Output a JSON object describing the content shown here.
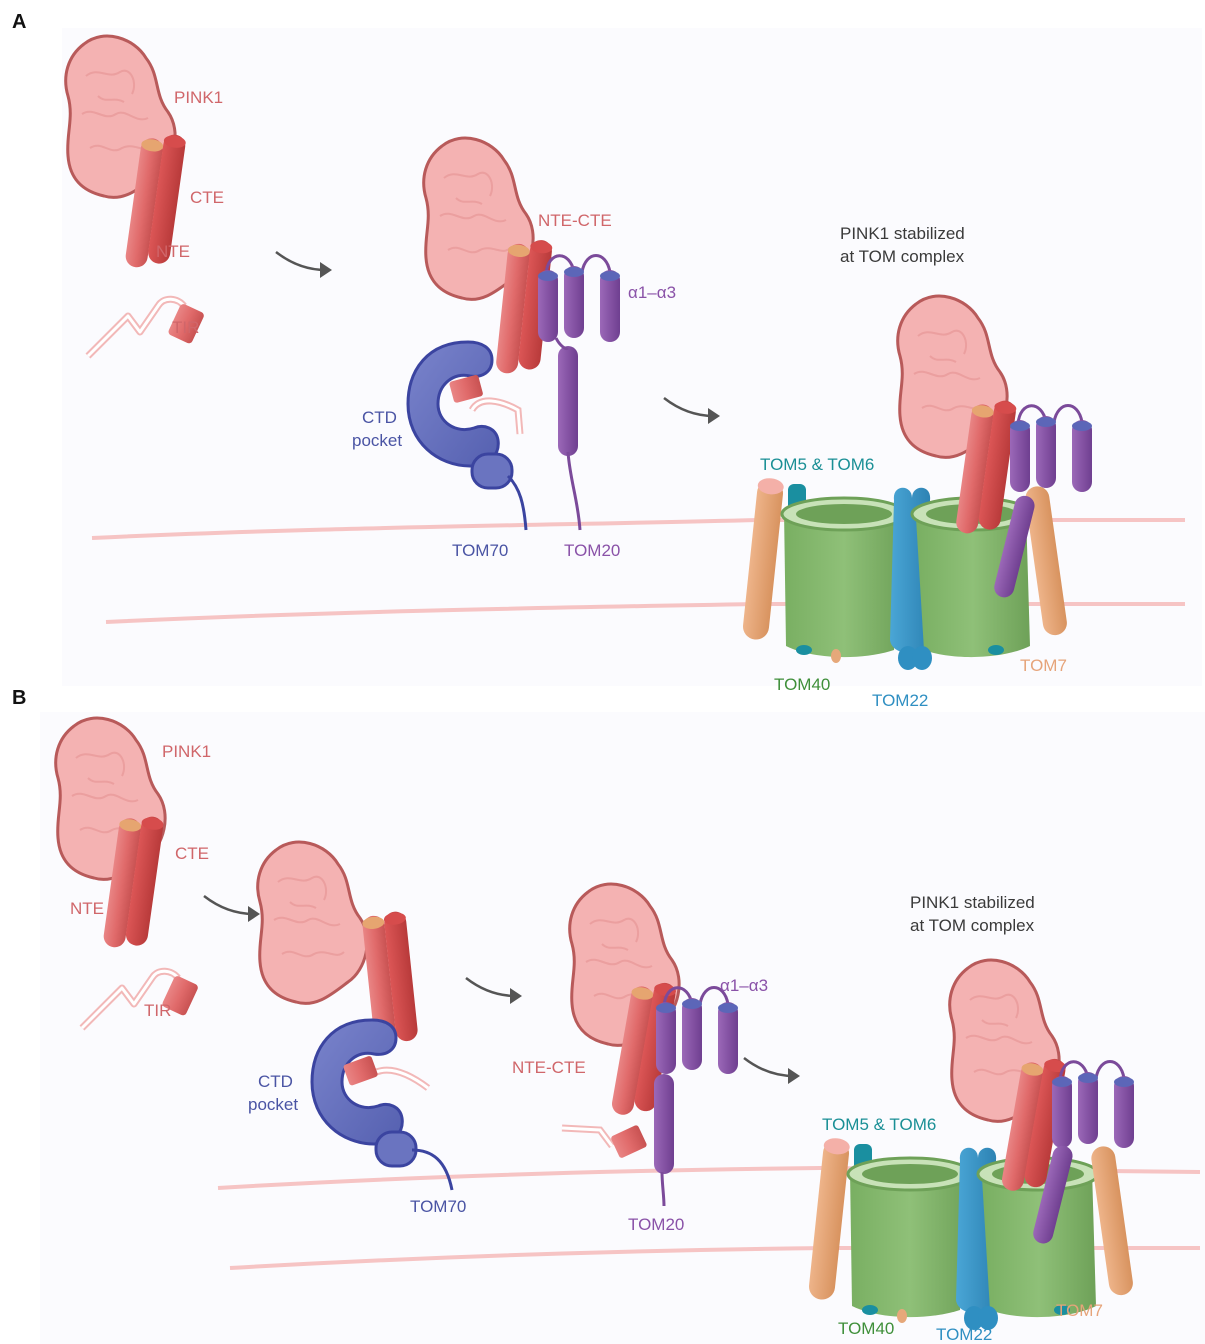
{
  "panels": {
    "A": {
      "letter": "A",
      "labels": {
        "pink1": "PINK1",
        "cte": "CTE",
        "nte": "NTE",
        "tir": "TIR",
        "nte_cte": "NTE-CTE",
        "alpha": "α1–α3",
        "ctd": "CTD",
        "pocket": "pocket",
        "tom70": "TOM70",
        "tom20": "TOM20",
        "stab1": "PINK1 stabilized",
        "stab2": "at TOM complex",
        "tom56": "TOM5 & TOM6",
        "tom40": "TOM40",
        "tom22": "TOM22",
        "tom7": "TOM7"
      }
    },
    "B": {
      "letter": "B",
      "labels": {
        "pink1": "PINK1",
        "cte": "CTE",
        "nte": "NTE",
        "tir": "TIR",
        "ctd": "CTD",
        "pocket": "pocket",
        "tom70": "TOM70",
        "alpha": "α1–α3",
        "nte_cte": "NTE-CTE",
        "tom20": "TOM20",
        "stab1": "PINK1 stabilized",
        "stab2": "at TOM complex",
        "tom56": "TOM5 & TOM6",
        "tom40": "TOM40",
        "tom22": "TOM22",
        "tom7": "TOM7"
      }
    }
  },
  "colors": {
    "kinase": "#f4b3b3",
    "kinase_edge": "#b85a5a",
    "helix_pink": "#e46f6f",
    "helix_red": "#d44a4a",
    "helix_cap": "#e6a570",
    "purple": "#8a52a8",
    "tom70": "#6a74c0",
    "tom70_edge": "#3b44a0",
    "tom40": "#86b76e",
    "tom22": "#3a97c8",
    "tom7": "#e6a87a",
    "membrane": "#f6c4c4",
    "arrow": "#555555"
  },
  "icons": [
    "pink1-kinase-shape",
    "helix-cylinder",
    "tom70-c-shape",
    "tom40-barrel",
    "curved-arrow"
  ]
}
